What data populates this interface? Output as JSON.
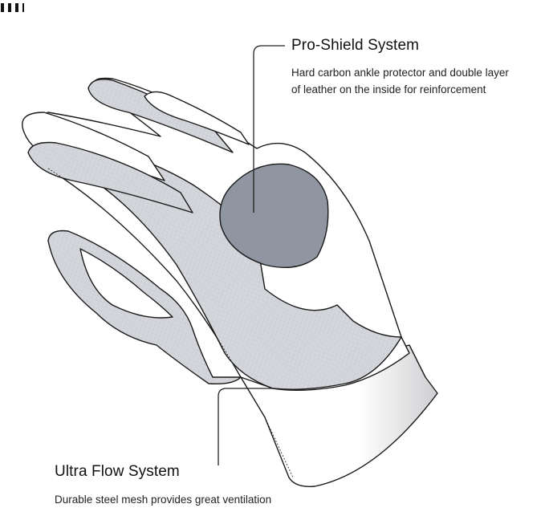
{
  "features": [
    {
      "title": "Pro-Shield System",
      "description_lines": [
        "Hard carbon ankle protector and double layer",
        "of leather on the inside for reinforcement"
      ]
    },
    {
      "title": "Ultra Flow System",
      "description_lines": [
        "Durable steel mesh provides great ventilation"
      ]
    }
  ],
  "colors": {
    "mesh": "#d4d6db",
    "shield": "#8f96a2",
    "outline": "#1a1a1a"
  }
}
